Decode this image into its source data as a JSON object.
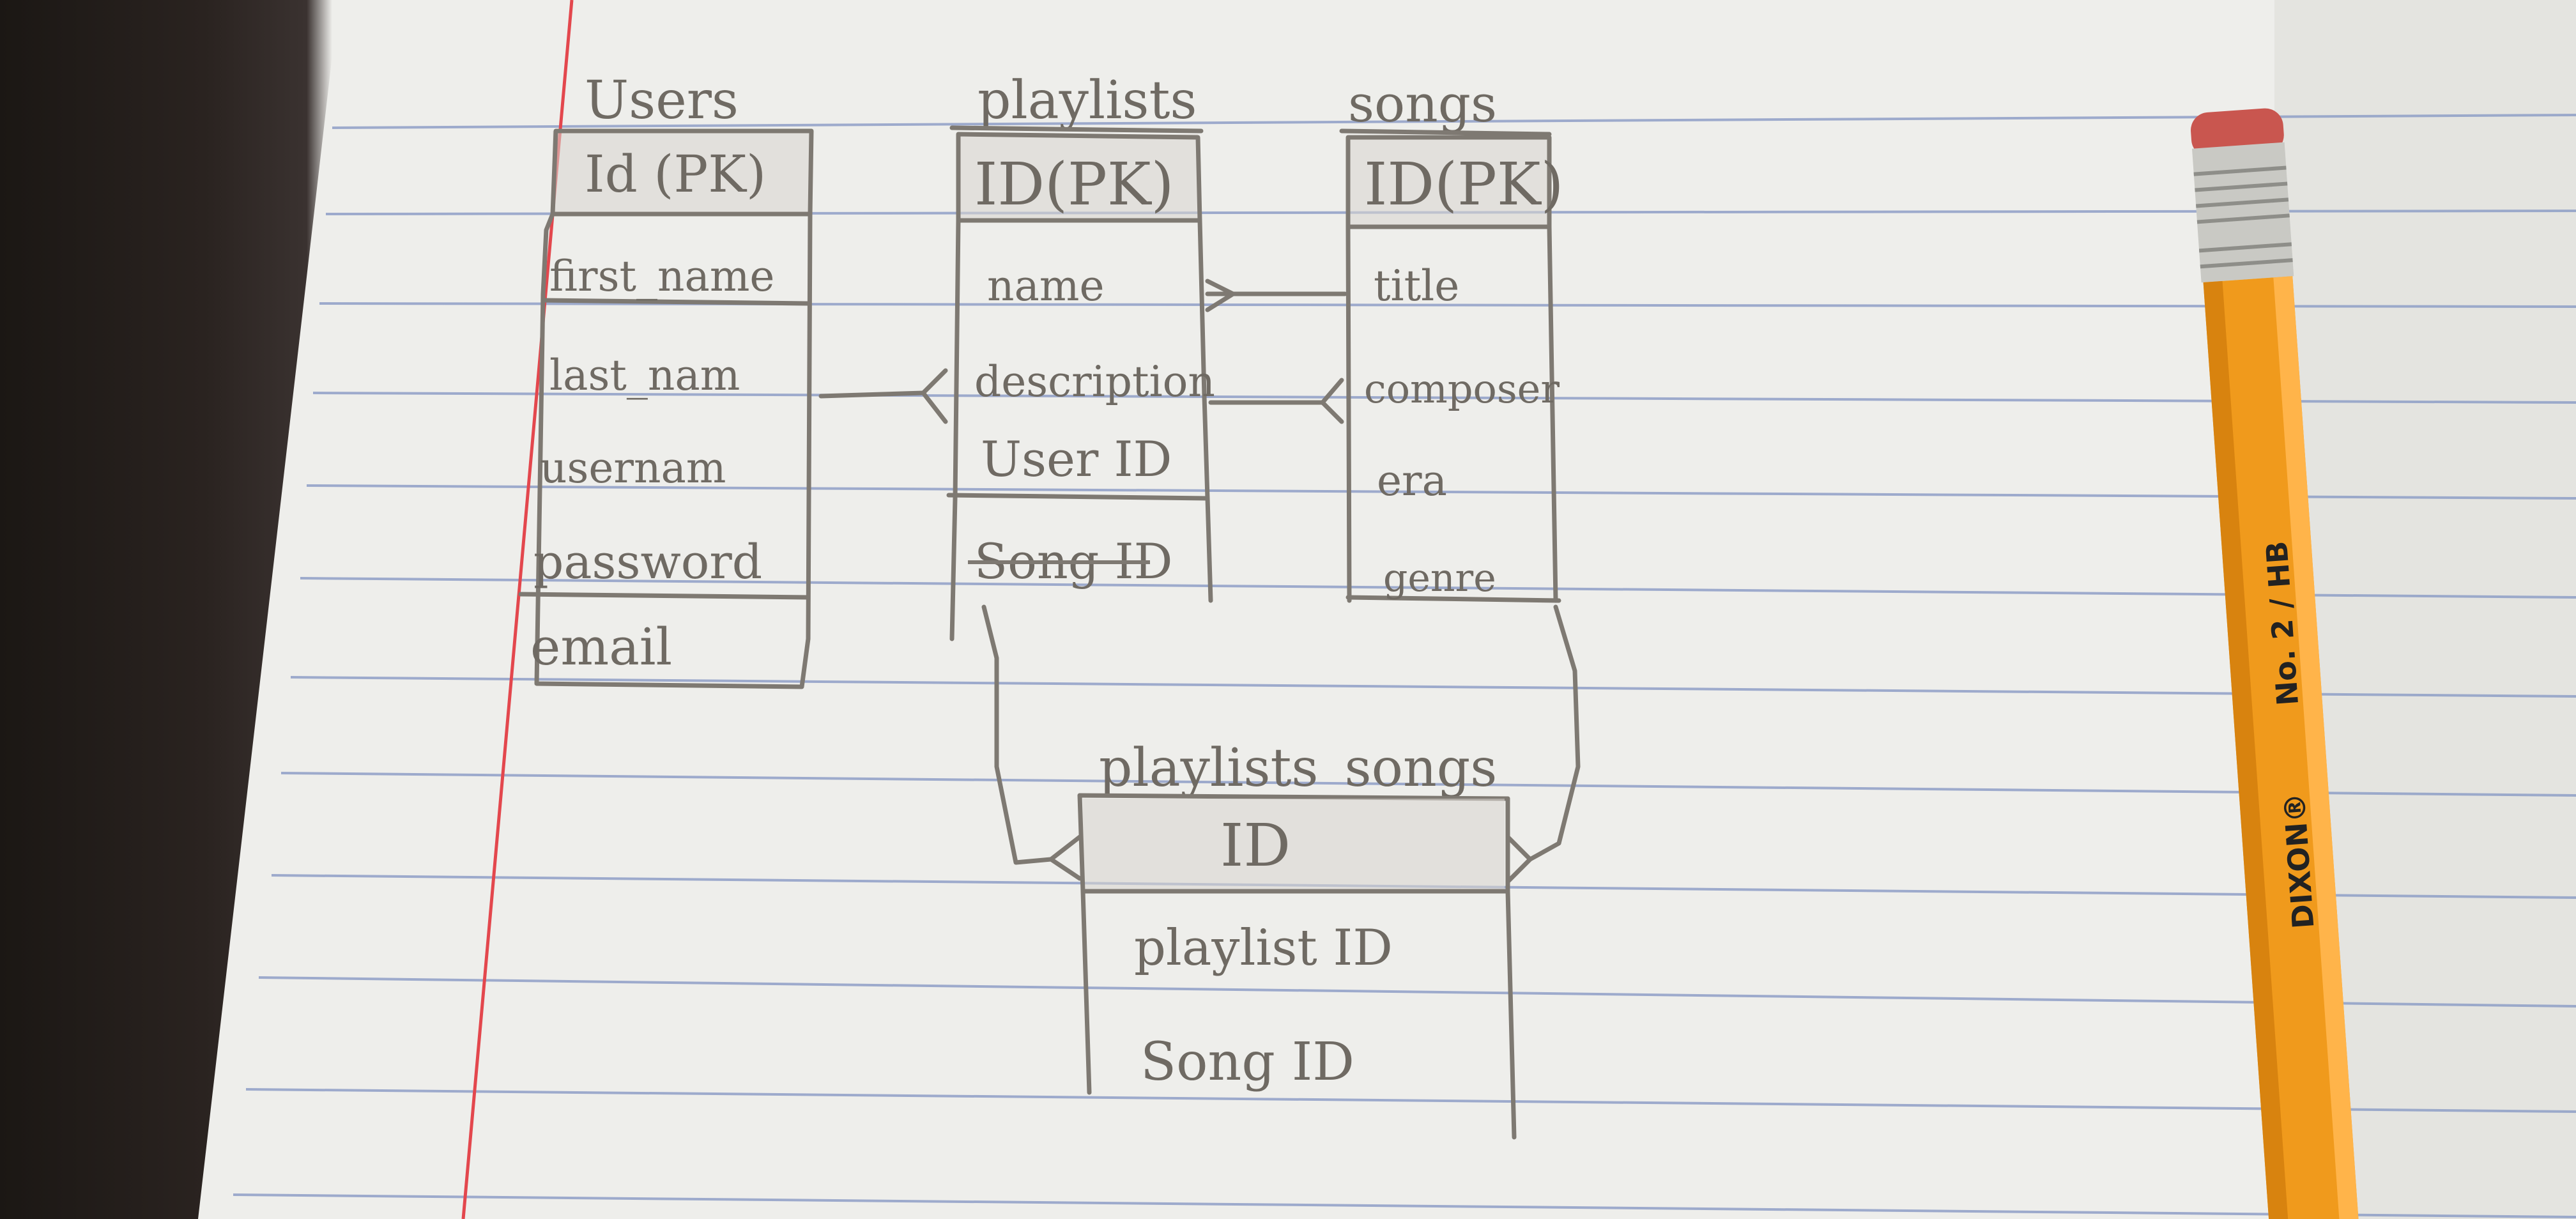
{
  "diagram": {
    "tables": [
      {
        "id": "users",
        "title": "Users",
        "header": "Id (PK)",
        "fields": [
          "first_name",
          "last_nam",
          "usernam",
          "password",
          "email"
        ]
      },
      {
        "id": "playlists",
        "title": "playlists",
        "header": "ID(PK)",
        "fields": [
          "name",
          "description",
          "User ID"
        ],
        "struck_fields": [
          "Song ID"
        ]
      },
      {
        "id": "songs",
        "title": "songs",
        "header": "ID(PK)",
        "fields": [
          "title",
          "composer",
          "era",
          "genre"
        ]
      },
      {
        "id": "playlists_songs",
        "title": "playlists_songs",
        "header": "ID",
        "fields": [
          "playlist ID",
          "Song ID"
        ]
      }
    ],
    "relationships": [
      {
        "from": "users.last_nam",
        "to": "playlists.description",
        "type": "one-to-many"
      },
      {
        "from": "playlists.name",
        "to": "songs.title",
        "type": "many"
      },
      {
        "from": "playlists.description",
        "to": "songs.composer",
        "type": "many"
      },
      {
        "from": "playlists",
        "to": "playlists_songs.ID",
        "type": "one-to-many"
      },
      {
        "from": "songs",
        "to": "playlists_songs.ID",
        "type": "one-to-many"
      }
    ]
  },
  "pencil": {
    "brand": "DIXON®",
    "grade": "No. 2 / HB",
    "colors": {
      "body": "#f09a1c",
      "ferrule": "#c9c9c4",
      "eraser": "#c9564f"
    }
  },
  "colors": {
    "paper": "#eeeeeb",
    "rule_line": "#8f9fc7",
    "margin_line": "#e3474d",
    "graphite": "#7e7972"
  }
}
